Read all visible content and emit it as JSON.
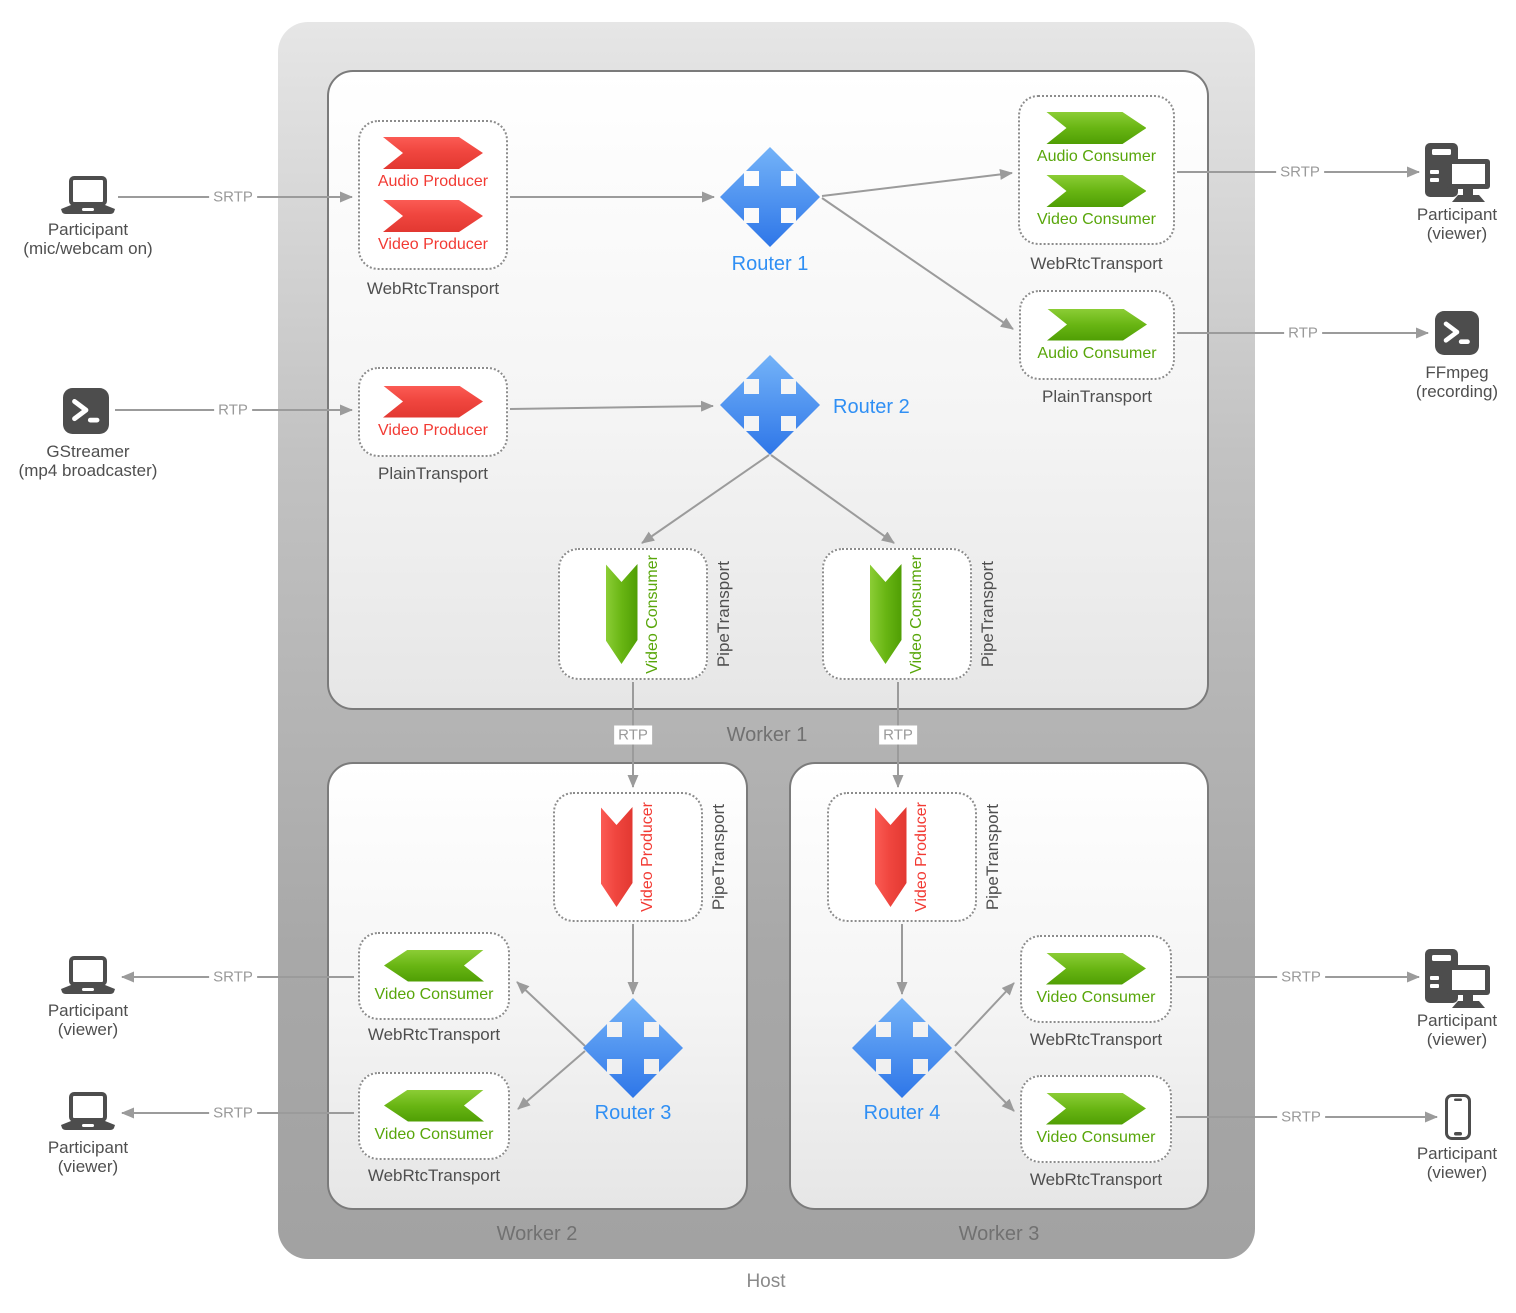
{
  "host": {
    "label": "Host"
  },
  "workers": [
    "Worker 1",
    "Worker 2",
    "Worker 3"
  ],
  "routers": [
    "Router 1",
    "Router 2",
    "Router 3",
    "Router 4"
  ],
  "edge": {
    "srtp": "SRTP",
    "rtp": "RTP"
  },
  "endpoints": {
    "broadcaster": {
      "title": "Participant",
      "subtitle": "(mic/webcam on)"
    },
    "gstreamer": {
      "title": "GStreamer",
      "subtitle": "(mp4 broadcaster)"
    },
    "viewer_top_right": {
      "title": "Participant",
      "subtitle": "(viewer)"
    },
    "ffmpeg": {
      "title": "FFmpeg",
      "subtitle": "(recording)"
    },
    "viewer_left_1": {
      "title": "Participant",
      "subtitle": "(viewer)"
    },
    "viewer_left_2": {
      "title": "Participant",
      "subtitle": "(viewer)"
    },
    "viewer_right_1": {
      "title": "Participant",
      "subtitle": "(viewer)"
    },
    "viewer_right_2": {
      "title": "Participant",
      "subtitle": "(viewer)"
    }
  },
  "transports": {
    "t1": {
      "type": "WebRtcTransport",
      "items": [
        "Audio Producer",
        "Video Producer"
      ]
    },
    "t2": {
      "type": "PlainTransport",
      "items": [
        "Video Producer"
      ]
    },
    "t3": {
      "type": "WebRtcTransport",
      "items": [
        "Audio Consumer",
        "Video Consumer"
      ]
    },
    "t4": {
      "type": "PlainTransport",
      "items": [
        "Audio Consumer"
      ]
    },
    "t5": {
      "type": "PipeTransport",
      "items": [
        "Video Consumer"
      ]
    },
    "t6": {
      "type": "PipeTransport",
      "items": [
        "Video Consumer"
      ]
    },
    "t7": {
      "type": "PipeTransport",
      "items": [
        "Video Producer"
      ]
    },
    "t8": {
      "type": "WebRtcTransport",
      "items": [
        "Video Consumer"
      ]
    },
    "t9": {
      "type": "WebRtcTransport",
      "items": [
        "Video Consumer"
      ]
    },
    "t10": {
      "type": "PipeTransport",
      "items": [
        "Video Producer"
      ]
    },
    "t11": {
      "type": "WebRtcTransport",
      "items": [
        "Video Consumer"
      ]
    },
    "t12": {
      "type": "WebRtcTransport",
      "items": [
        "Video Consumer"
      ]
    }
  },
  "colors": {
    "producer": "#f23a33",
    "consumer": "#58a60a",
    "router": "#2f8ff4",
    "wire": "#9b9b9b",
    "icon": "#4d4d4d"
  }
}
